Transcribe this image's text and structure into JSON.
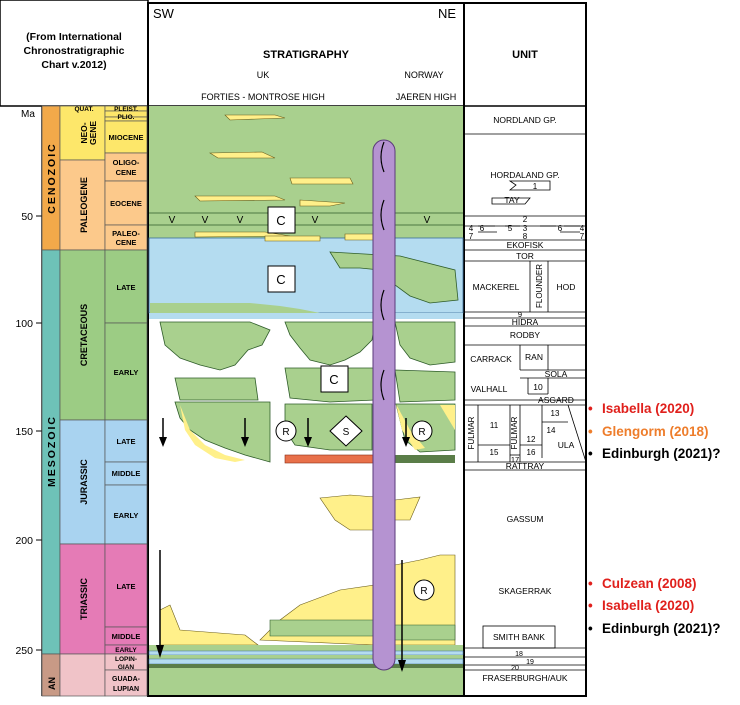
{
  "header": {
    "chart_source": "(From International Chronostratigraphic Chart v.2012)",
    "compass_left": "SW",
    "compass_right": "NE",
    "stratigraphy_title": "STRATIGRAPHY",
    "region_left": "UK",
    "region_right": "NORWAY",
    "high_left": "FORTIES - MONTROSE HIGH",
    "high_right": "JAEREN HIGH",
    "unit_title": "UNIT"
  },
  "age_axis": {
    "unit": "Ma",
    "ticks": [
      "50",
      "100",
      "150",
      "200",
      "250"
    ]
  },
  "eras": [
    "CENOZOIC",
    "MESOZOIC",
    "AN"
  ],
  "periods": [
    "NEO-GENE",
    "PALEOGENE",
    "CRETACEOUS",
    "JURASSIC",
    "TRIASSIC"
  ],
  "epochs": [
    "QUAT.",
    "PLEIST.",
    "PLIO.",
    "MIOCENE",
    "OLIGO-CENE",
    "EOCENE",
    "PALEO-CENE",
    "LATE",
    "EARLY",
    "LATE",
    "MIDDLE",
    "EARLY",
    "LATE",
    "MIDDLE",
    "EARLY",
    "LOPIN-GIAN",
    "GUADA-LUPIAN"
  ],
  "symbols": {
    "chalk": "C",
    "reservoir": "R",
    "source": "S",
    "volcanic": "V"
  },
  "units": {
    "nordland": "NORDLAND GP.",
    "hordaland": "HORDALAND GP.",
    "n1": "1",
    "tay": "TAY",
    "n2": "2",
    "n3": "3",
    "n4": "4",
    "n5": "5",
    "n6": "6",
    "n7": "7",
    "n8": "8",
    "ekofisk": "EKOFISK",
    "tor": "TOR",
    "mackerel": "MACKEREL",
    "flounder": "FLOUNDER",
    "hod": "HOD",
    "n9": "9",
    "hidra": "HIDRA",
    "rodby": "RODBY",
    "carrack": "CARRACK",
    "ran": "RAN",
    "sola": "SOLA",
    "valhall": "VALHALL",
    "n10": "10",
    "asgard": "ASGARD",
    "fulmar": "FULMAR",
    "n11": "11",
    "n12": "12",
    "n13": "13",
    "n14": "14",
    "n15": "15",
    "n16": "16",
    "n17": "17",
    "ula": "ULA",
    "rattray": "RATTRAY",
    "gassum": "GASSUM",
    "skagerrak": "SKAGERRAK",
    "smith_bank": "SMITH BANK",
    "n18": "18",
    "n19": "19",
    "n20": "20",
    "fraserburgh": "FRASERBURGH/AUK"
  },
  "discoveries": {
    "upper": [
      {
        "name": "Isabella (2020)",
        "color": "#e0201c"
      },
      {
        "name": "Glengorm (2018)",
        "color": "#ee7d2b"
      },
      {
        "name": "Edinburgh (2021)?",
        "color": "#000000"
      }
    ],
    "lower": [
      {
        "name": "Culzean (2008)",
        "color": "#e0201c"
      },
      {
        "name": "Isabella (2020)",
        "color": "#e0201c"
      },
      {
        "name": "Edinburgh (2021)?",
        "color": "#000000"
      }
    ],
    "bullet": "•"
  },
  "colors": {
    "green": "#a9d08e",
    "yellow": "#fff08a",
    "blue": "#b4dcf0",
    "purple": "#b593d1",
    "red": "#e8704a",
    "neogene": "#fde76a",
    "paleogene": "#fcc98b",
    "cenozoic": "#f2a94a",
    "cretaceous": "#9ccc84",
    "jurassic": "#a9d3f0",
    "triassic": "#e57bb6",
    "mesozoic": "#6ec2b8",
    "permian": "#f0c3c8",
    "permian_era": "#c89a86"
  }
}
